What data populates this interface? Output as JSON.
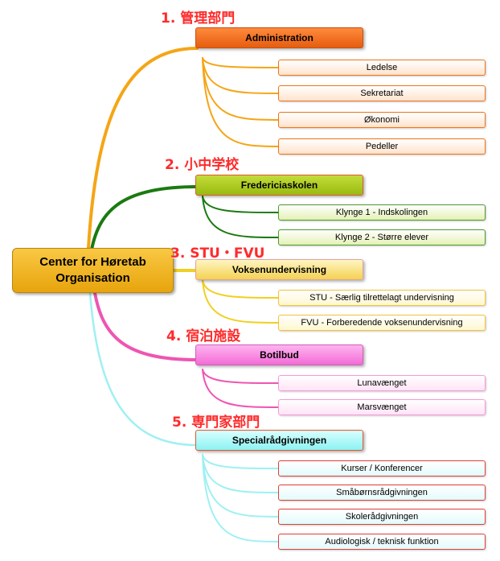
{
  "root": {
    "line1": "Center for Høretab",
    "line2": "Organisation"
  },
  "branches": [
    {
      "label": "1. 管理部門",
      "color": "#f5a516",
      "main": "Administration",
      "subs": [
        "Ledelse",
        "Sekretariat",
        "Økonomi",
        "Pedeller"
      ]
    },
    {
      "label": "2. 小中学校",
      "color": "#1b7a10",
      "main": "Fredericiaskolen",
      "subs": [
        "Klynge 1 - Indskolingen",
        "Klynge 2 - Større elever"
      ]
    },
    {
      "label": "3. STU・FVU",
      "color": "#f0d022",
      "main": "Voksenundervisning",
      "subs": [
        "STU - Særlig tilrettelagt undervisning",
        "FVU - Forberedende voksenundervisning"
      ]
    },
    {
      "label": "4. 宿泊施設",
      "color": "#ef55b2",
      "main": "Botilbud",
      "subs": [
        "Lunavænget",
        "Marsvænget"
      ]
    },
    {
      "label": "5. 専門家部門",
      "color": "#9ff0f2",
      "main": "Specialrådgivningen",
      "subs": [
        "Kurser / Konferencer",
        "Småbørnsrådgivningen",
        "Skolerådgivningen",
        "Audiologisk / teknisk funktion"
      ]
    }
  ]
}
